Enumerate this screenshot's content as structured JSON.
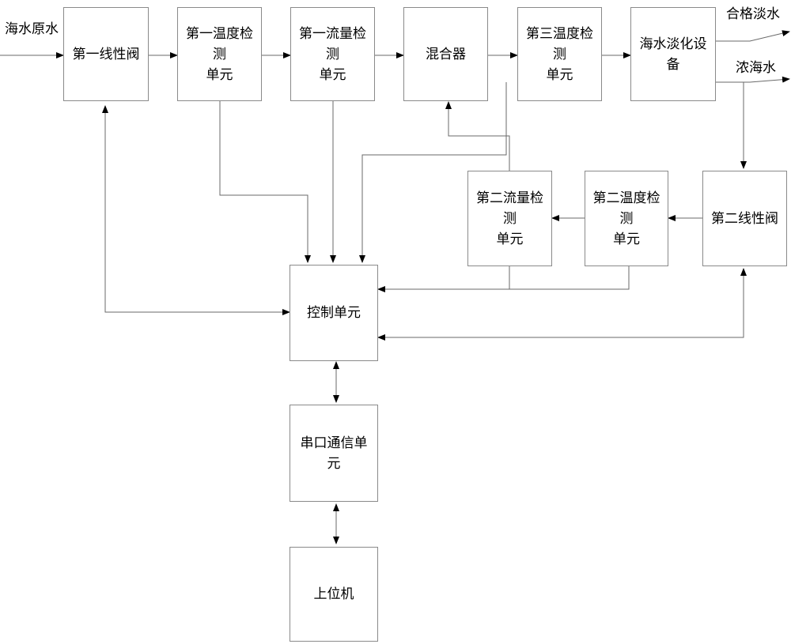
{
  "inputs": {
    "seawater_raw": "海水原水"
  },
  "outputs": {
    "qualified_fresh_water": "合格淡水",
    "concentrated_seawater": "浓海水"
  },
  "blocks": {
    "first_linear_valve": "第一线性阀",
    "first_temp_detect": {
      "line1": "第一温度检测",
      "line2": "单元"
    },
    "first_flow_detect": {
      "line1": "第一流量检测",
      "line2": "单元"
    },
    "mixer": "混合器",
    "third_temp_detect": {
      "line1": "第三温度检测",
      "line2": "单元"
    },
    "desalination_equipment": "海水淡化设备",
    "second_flow_detect": {
      "line1": "第二流量检测",
      "line2": "单元"
    },
    "second_temp_detect": {
      "line1": "第二温度检测",
      "line2": "单元"
    },
    "second_linear_valve": "第二线性阀",
    "control_unit": "控制单元",
    "serial_comm_unit": "串口通信单元",
    "host_computer": "上位机"
  }
}
